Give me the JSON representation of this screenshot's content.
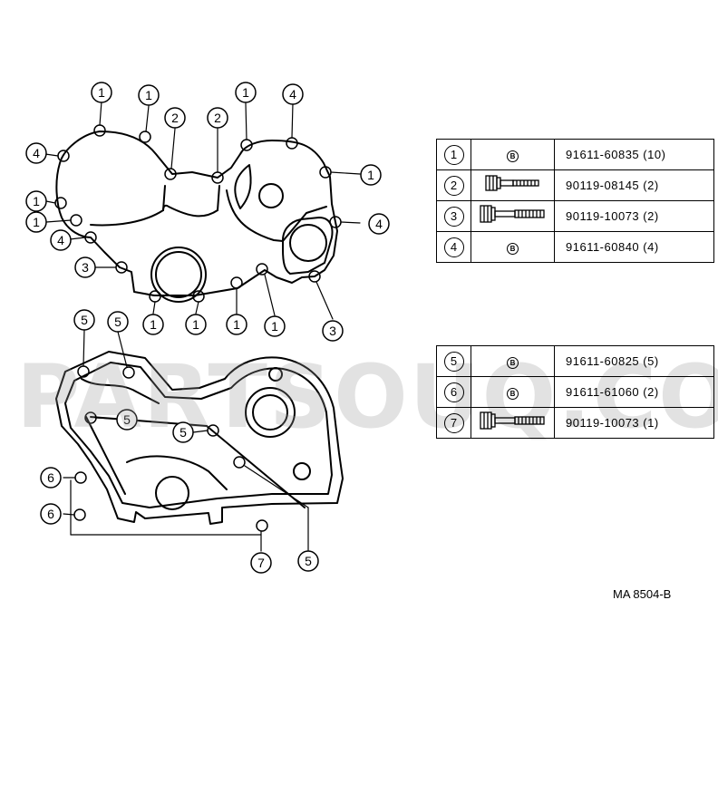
{
  "watermark": "PARTSOUQ.COM",
  "drawing_code": "MA 8504-B",
  "upper_callouts": [
    "1",
    "1",
    "2",
    "2",
    "1",
    "4",
    "1",
    "4",
    "1",
    "1",
    "4",
    "3",
    "1",
    "1",
    "1",
    "1",
    "3",
    "4"
  ],
  "lower_callouts": [
    "5",
    "5",
    "5",
    "5",
    "6",
    "6",
    "7",
    "5"
  ],
  "table1": [
    {
      "num": "1",
      "icon": "B",
      "part": "91611-60835 (10)"
    },
    {
      "num": "2",
      "icon": "bolt-flange-short-icon",
      "part": "90119-08145 (2)"
    },
    {
      "num": "3",
      "icon": "bolt-flange-long-icon",
      "part": "90119-10073 (2)"
    },
    {
      "num": "4",
      "icon": "B",
      "part": "91611-60840 (4)"
    }
  ],
  "table2": [
    {
      "num": "5",
      "icon": "B",
      "part": "91611-60825 (5)"
    },
    {
      "num": "6",
      "icon": "B",
      "part": "91611-61060 (2)"
    },
    {
      "num": "7",
      "icon": "bolt-flange-long-icon",
      "part": "90119-10073 (1)"
    }
  ]
}
